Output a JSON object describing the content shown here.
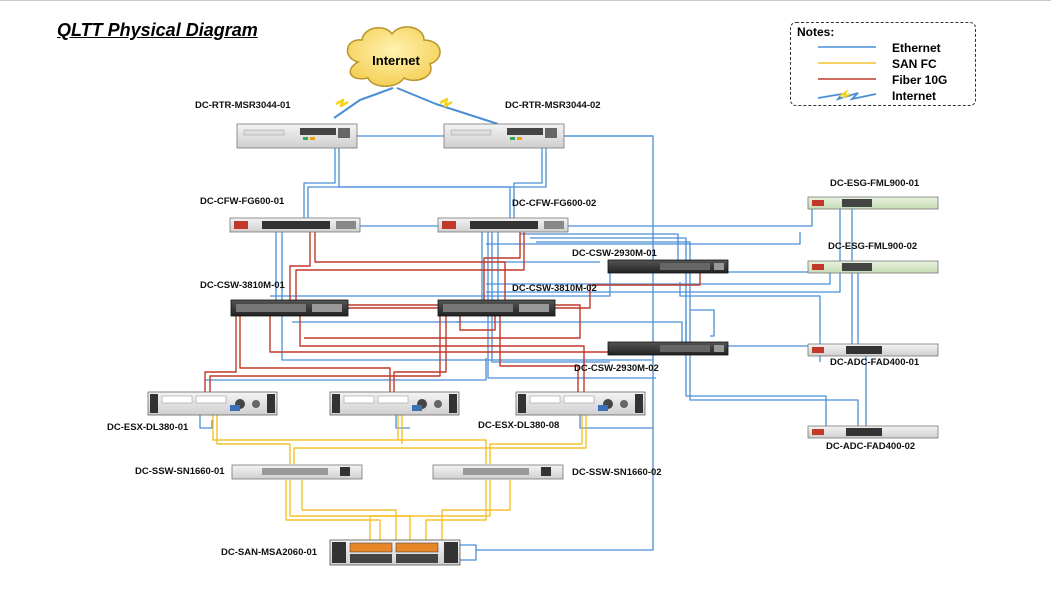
{
  "title": "QLTT Physical Diagram",
  "cloud_label": "Internet",
  "legend": {
    "heading": "Notes:",
    "items": [
      {
        "label": "Ethernet",
        "color": "#4a8fd6"
      },
      {
        "label": "SAN FC",
        "color": "#f2c12e"
      },
      {
        "label": "Fiber 10G",
        "color": "#c0392b"
      },
      {
        "label": "Internet",
        "color": "#4a8fd6"
      }
    ]
  },
  "devices": {
    "rtr1": "DC-RTR-MSR3044-01",
    "rtr2": "DC-RTR-MSR3044-02",
    "cfw1": "DC-CFW-FG600-01",
    "cfw2": "DC-CFW-FG600-02",
    "csw29_1": "DC-CSW-2930M-01",
    "csw29_2": "DC-CSW-2930M-02",
    "csw38_1": "DC-CSW-3810M-01",
    "csw38_2": "DC-CSW-3810M-02",
    "esg1": "DC-ESG-FML900-01",
    "esg2": "DC-ESG-FML900-02",
    "adc1": "DC-ADC-FAD400-01",
    "adc2": "DC-ADC-FAD400-02",
    "esx1": "DC-ESX-DL380-01",
    "esx8": "DC-ESX-DL380-08",
    "ssw1": "DC-SSW-SN1660-01",
    "ssw2": "DC-SSW-SN1660-02",
    "san": "DC-SAN-MSA2060-01"
  }
}
